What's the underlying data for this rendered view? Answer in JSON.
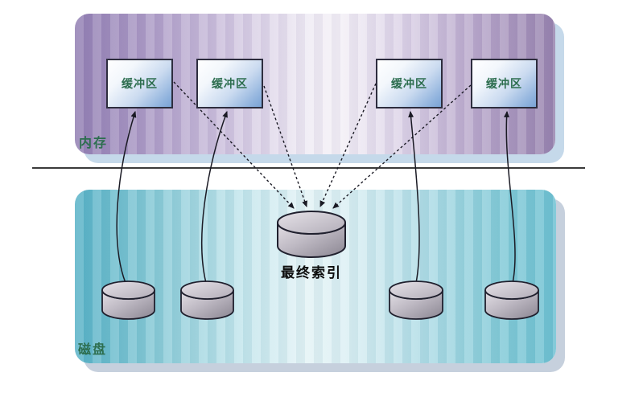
{
  "diagram": {
    "memory_region": {
      "label": "内存",
      "buffers": [
        {
          "label": "缓冲区"
        },
        {
          "label": "缓冲区"
        },
        {
          "label": "缓冲区"
        },
        {
          "label": "缓冲区"
        }
      ]
    },
    "disk_region": {
      "label": "磁盘",
      "final_index_label": "最终索引",
      "source_disk_count": 4
    },
    "colors": {
      "memory_purple": "#927fb3",
      "disk_teal": "#58b2c7",
      "buffer_blue": "#7aa3d4",
      "label_green": "#2d6e4f",
      "memory_shadow": "#c5d9ea",
      "disk_shadow": "#c6d0dd",
      "cylinder_gray": "#b9b4bf"
    }
  }
}
